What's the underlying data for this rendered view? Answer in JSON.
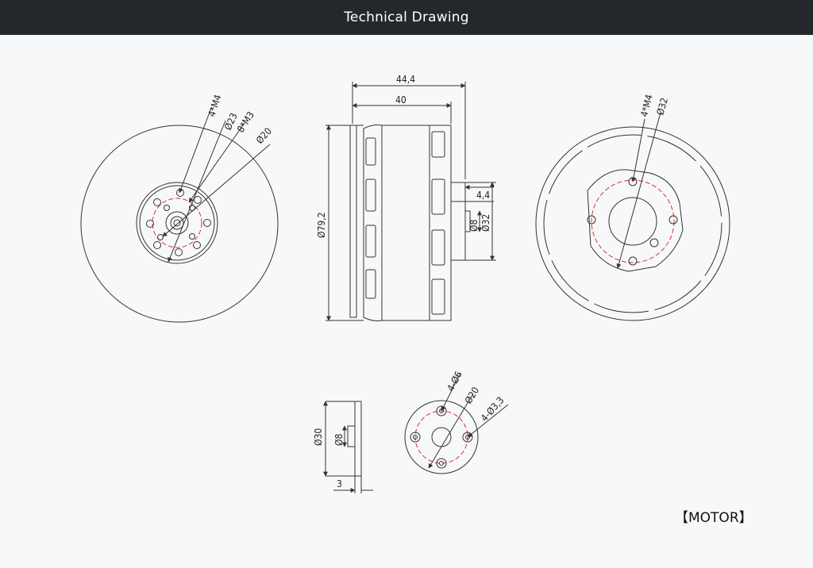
{
  "header": {
    "title": "Technical Drawing"
  },
  "caption": "【MOTOR】",
  "colors": {
    "header_bg": "#25282b",
    "background": "#f7f8fa",
    "line": "#333333",
    "centerline": "#d9332b"
  },
  "front_view": {
    "labels": [
      "4*M4",
      "Ø23",
      "8*M3",
      "Ø20"
    ]
  },
  "side_view": {
    "labels": [
      "44,4",
      "40",
      "Ø79,2",
      "4,4",
      "Ø8",
      "Ø32"
    ]
  },
  "rear_view": {
    "labels": [
      "4*M4",
      "Ø32"
    ]
  },
  "adapter_side": {
    "labels": [
      "Ø30",
      "Ø8",
      "3"
    ]
  },
  "adapter_face": {
    "labels": [
      "4-Ø6",
      "Ø20",
      "4-Ø3,3"
    ]
  }
}
